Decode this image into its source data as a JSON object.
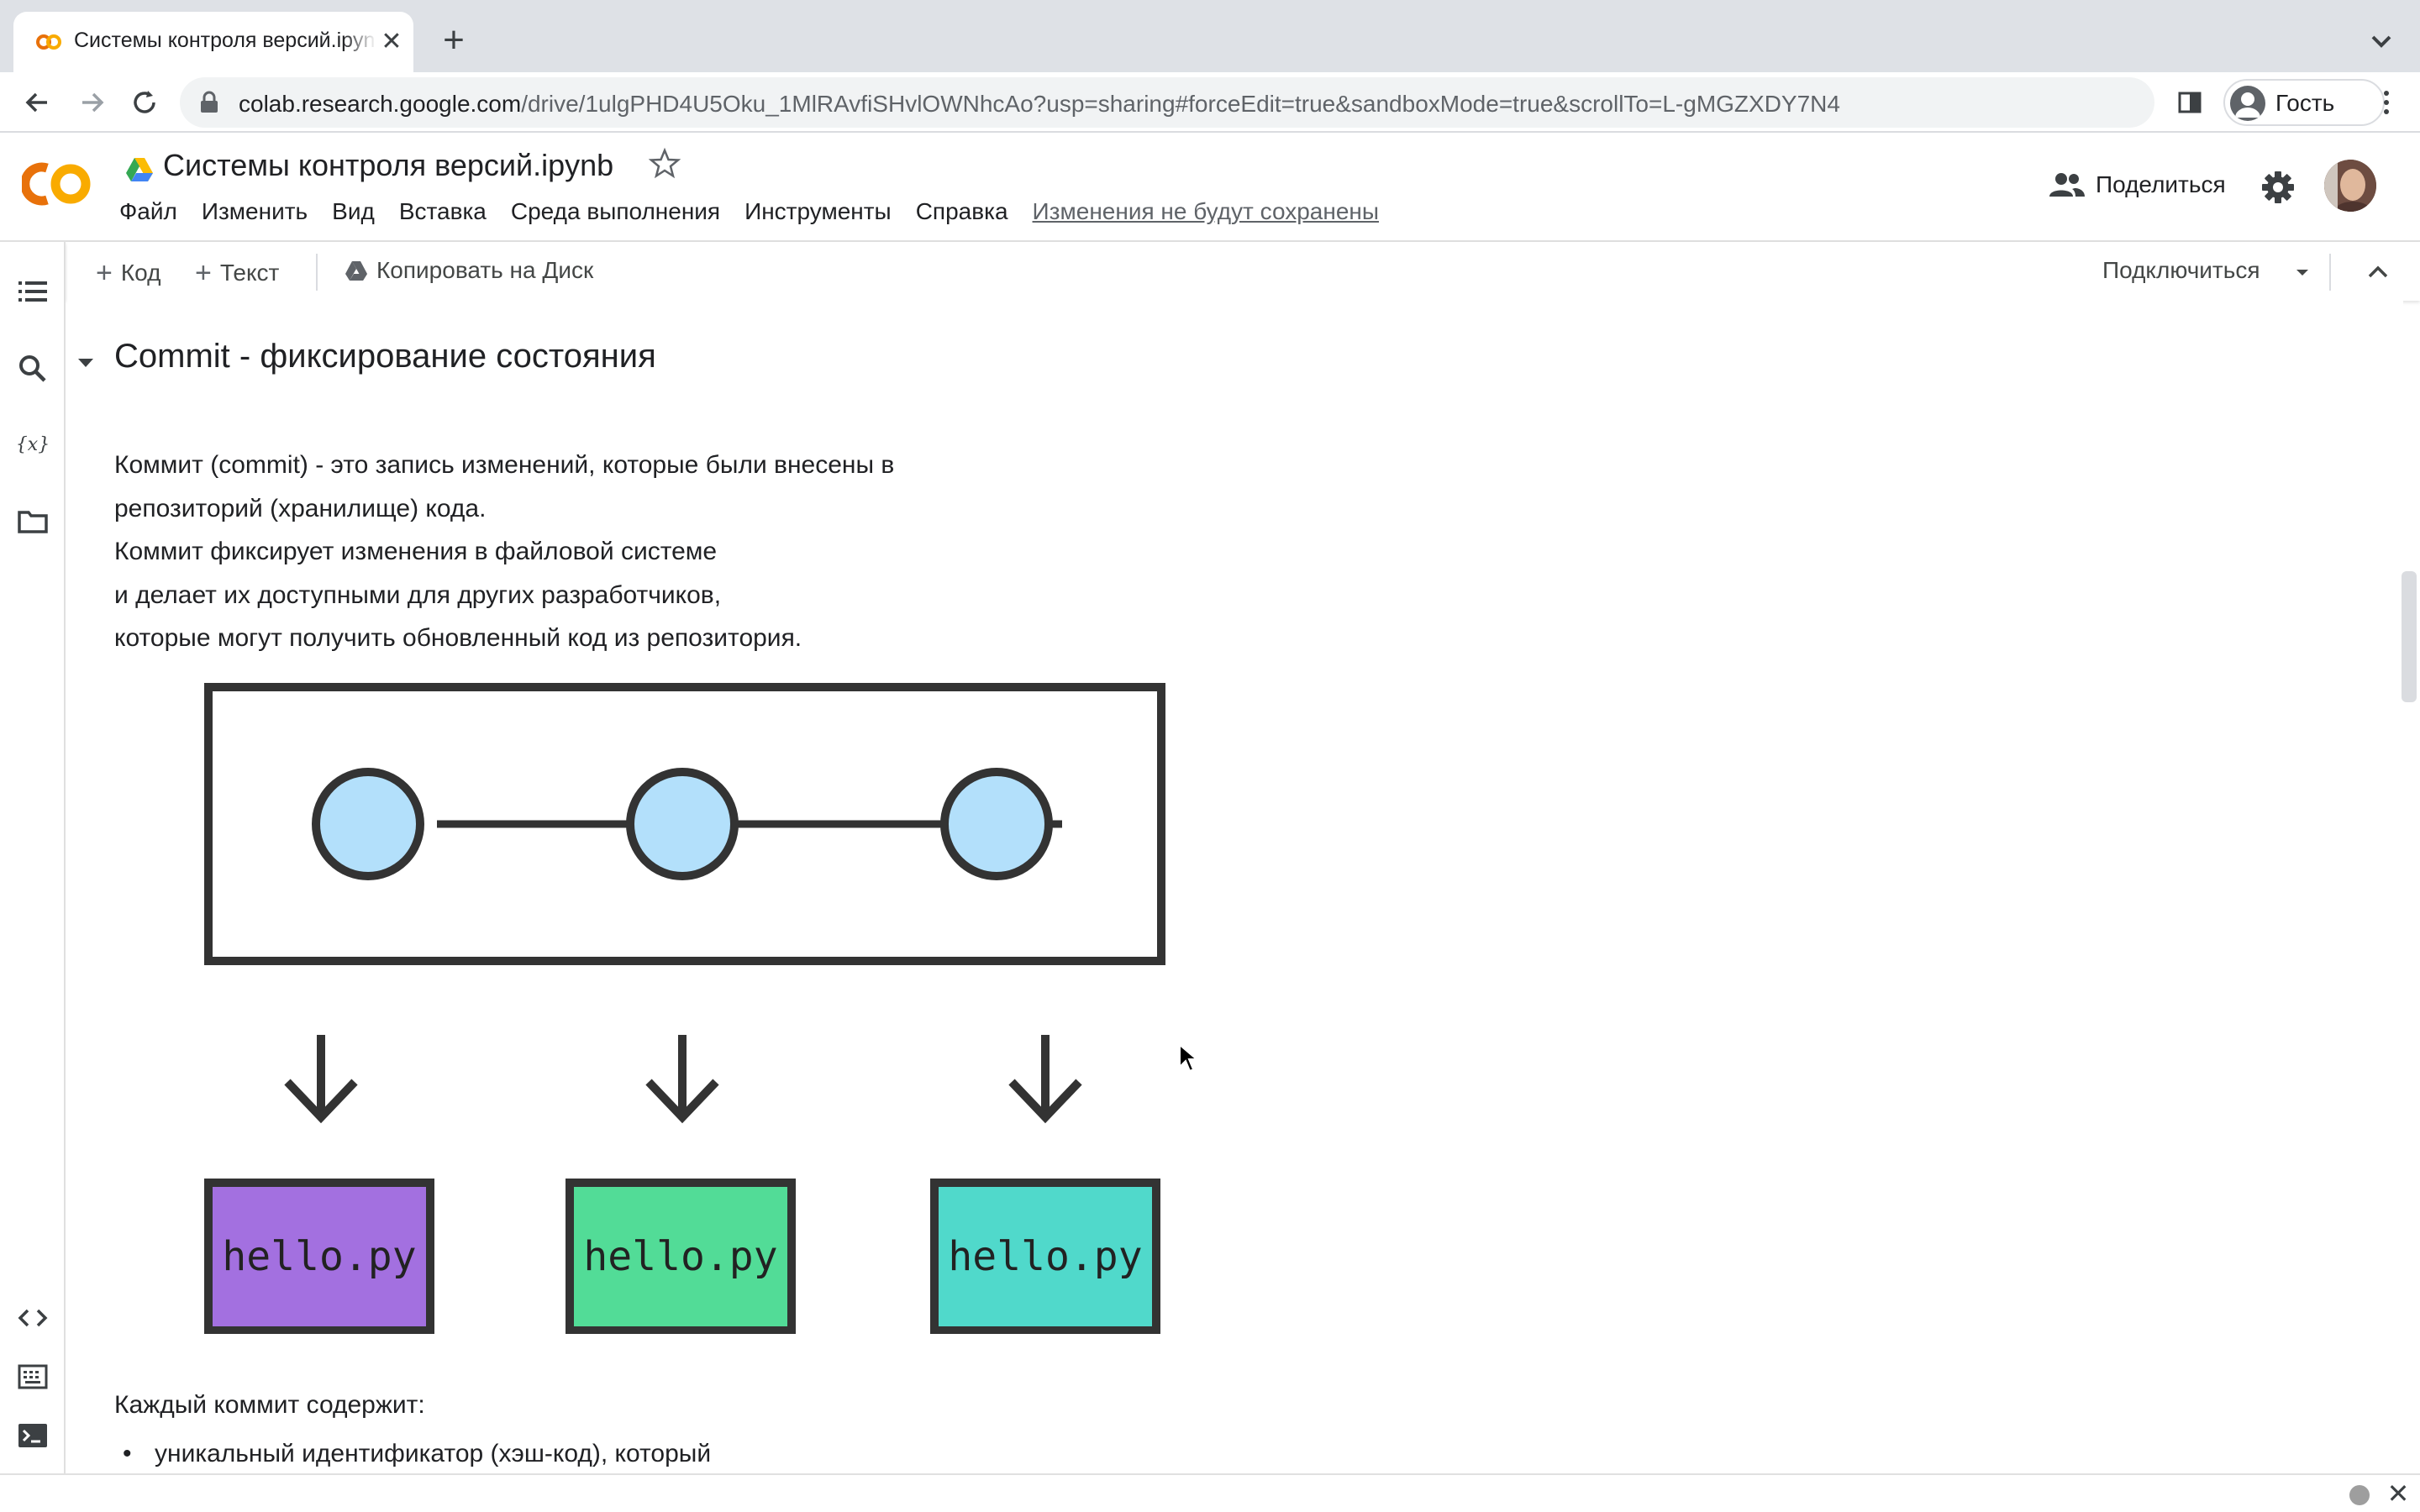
{
  "browser": {
    "tab_title": "Системы контроля версий.ipynb",
    "tab_close_glyph": "✕",
    "new_tab_glyph": "+",
    "url_host": "colab.research.google.com",
    "url_path": "/drive/1ulgPHD4U5Oku_1MlRAvfiSHvlOWNhcAo?usp=sharing#forceEdit=true&sandboxMode=true&scrollTo=L-gMGZXDY7N4",
    "profile_name": "Гость",
    "icons": [
      "back-icon",
      "forward-icon",
      "reload-icon",
      "lock-icon",
      "side-panel-icon",
      "more-vert-icon",
      "tab-list-icon"
    ]
  },
  "colab": {
    "title": "Системы контроля версий.ipynb",
    "menu": [
      "Файл",
      "Изменить",
      "Вид",
      "Вставка",
      "Среда выполнения",
      "Инструменты",
      "Справка"
    ],
    "unsaved_notice": "Изменения не будут сохранены",
    "share_label": "Поделиться",
    "toolbar": {
      "add_code": "Код",
      "add_text": "Текст",
      "copy_to_drive": "Копировать на Диск",
      "connect": "Подключиться"
    },
    "rail_icons": [
      "toc-icon",
      "search-icon",
      "variables-icon",
      "files-icon",
      "code-snippets-icon",
      "command-palette-icon",
      "terminal-icon"
    ]
  },
  "notebook": {
    "heading": "Commit - фиксирование состояния",
    "paragraph": [
      "Коммит (commit) - это запись изменений, которые были внесены в",
      "репозиторий (хранилище) кода.",
      "Коммит фиксирует изменения в файловой системе",
      "и делает их доступными для других разработчиков,",
      "которые могут получить обновленный код из репозитория."
    ],
    "diagram": {
      "nodes": 3,
      "node_color": "#b3e0fb",
      "files": [
        {
          "label": "hello.py",
          "color": "#a370e0"
        },
        {
          "label": "hello.py",
          "color": "#52dc97"
        },
        {
          "label": "hello.py",
          "color": "#50d9cb"
        }
      ]
    },
    "contains_label": "Каждый коммит содержит:",
    "bullet_1": "уникальный идентификатор (хэш-код), который"
  },
  "colors": {
    "tab_strip": "#dee1e6",
    "omnibox": "#f1f3f4",
    "colab_orange": "#f9ab00",
    "colab_orange_dark": "#e8710a"
  }
}
